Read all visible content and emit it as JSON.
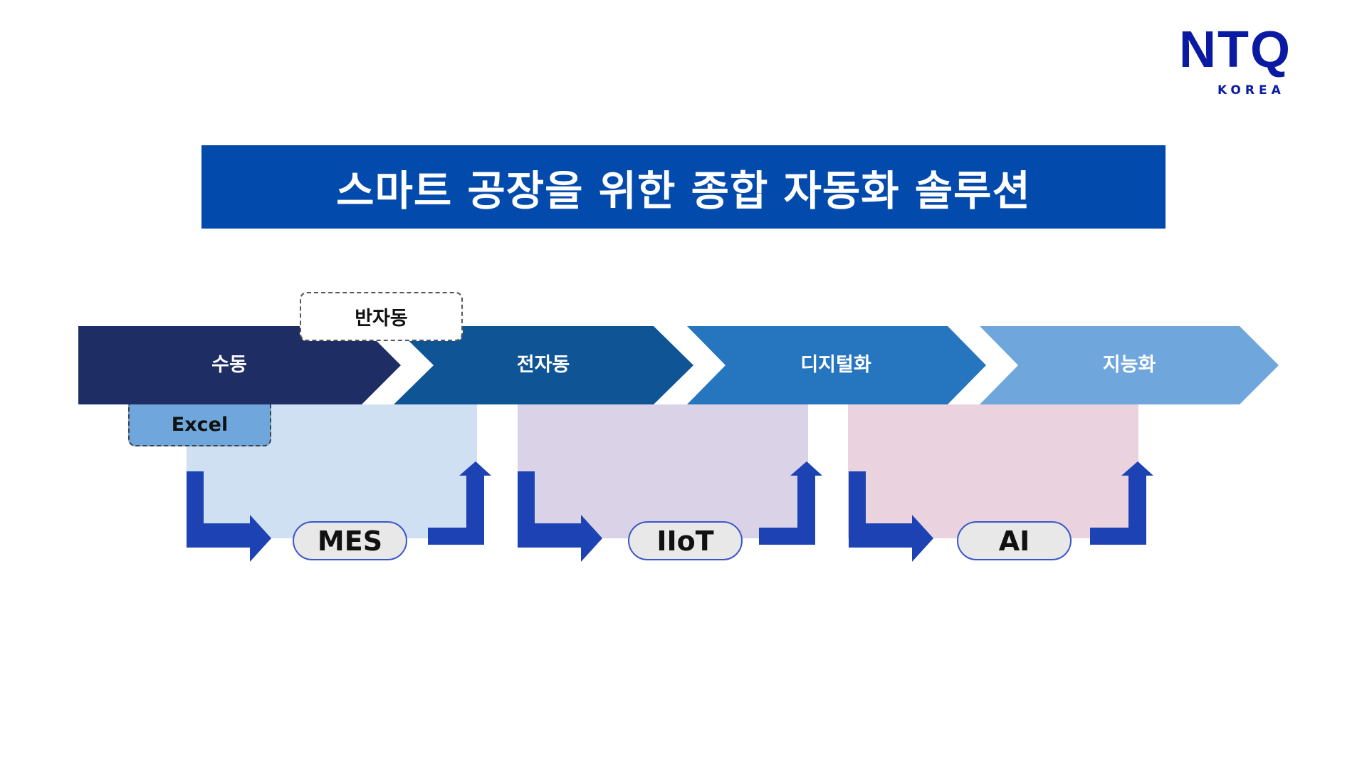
{
  "logo": {
    "brand": "NTQ",
    "sub": "KOREA"
  },
  "title": "스마트 공장을 위한 종합 자동화 솔루션",
  "stages": [
    {
      "label": "수동",
      "color": "#1e2d64"
    },
    {
      "label": "전자동",
      "color": "#0f5596"
    },
    {
      "label": "디지털화",
      "color": "#2675bf"
    },
    {
      "label": "지능화",
      "color": "#6fa7dc"
    }
  ],
  "semi_auto_label": "반자동",
  "excel_label": "Excel",
  "technologies": [
    {
      "label": "MES",
      "panel_color": "#cfe0f2"
    },
    {
      "label": "IIoT",
      "panel_color": "#dad3e8"
    },
    {
      "label": "AI",
      "panel_color": "#ead3de"
    }
  ],
  "arrow_color": "#1c42b4"
}
